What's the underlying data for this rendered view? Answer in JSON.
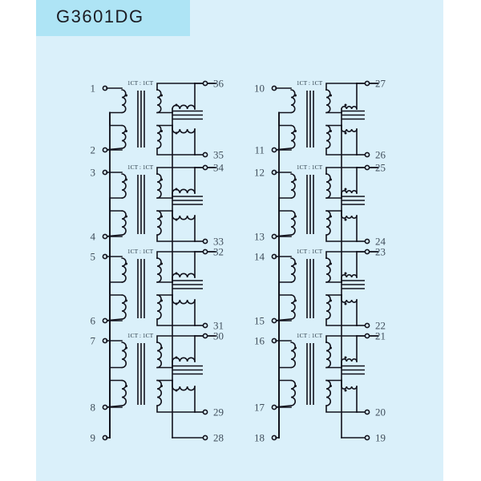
{
  "page": {
    "title": "G3601DG",
    "background": "#ffffff",
    "panel_color": "#daf0fa",
    "title_band_color": "#aee4f5",
    "line_color": "#12121c",
    "label_color": "#3f4d5a"
  },
  "schematic": {
    "type": "transformer-array-schematic",
    "description": "Eight isolation transformer modules arranged in two columns of four; each module labeled 1CT : 1CT with center-tapped primary and center-tapped secondary.",
    "ratio_label": "1CT : 1CT",
    "module_count": 8,
    "groups": [
      {
        "name": "left-group",
        "left_pins": [
          "1",
          "2",
          "3",
          "4",
          "5",
          "6",
          "7",
          "8",
          "9"
        ],
        "right_pins": [
          "36",
          "35",
          "34",
          "33",
          "32",
          "31",
          "30",
          "29",
          "28"
        ],
        "modules": [
          {
            "index": 1,
            "ratio": "1CT : 1CT",
            "primary_top": "1",
            "primary_bottom": "2",
            "secondary_top": "36",
            "secondary_bottom": "35"
          },
          {
            "index": 2,
            "ratio": "1CT : 1CT",
            "primary_top": "3",
            "primary_bottom": "4",
            "secondary_top": "34",
            "secondary_bottom": "33"
          },
          {
            "index": 3,
            "ratio": "1CT : 1CT",
            "primary_top": "5",
            "primary_bottom": "6",
            "secondary_top": "32",
            "secondary_bottom": "31"
          },
          {
            "index": 4,
            "ratio": "1CT : 1CT",
            "primary_top": "7",
            "primary_bottom": "8",
            "secondary_top": "30",
            "secondary_bottom": "29"
          }
        ],
        "primary_center_tap_pin": "9",
        "secondary_center_tap_pin": "28"
      },
      {
        "name": "right-group",
        "left_pins": [
          "10",
          "11",
          "12",
          "13",
          "14",
          "15",
          "16",
          "17",
          "18"
        ],
        "right_pins": [
          "27",
          "26",
          "25",
          "24",
          "23",
          "22",
          "21",
          "20",
          "19"
        ],
        "modules": [
          {
            "index": 5,
            "ratio": "1CT : 1CT",
            "primary_top": "10",
            "primary_bottom": "11",
            "secondary_top": "27",
            "secondary_bottom": "26"
          },
          {
            "index": 6,
            "ratio": "1CT : 1CT",
            "primary_top": "12",
            "primary_bottom": "13",
            "secondary_top": "25",
            "secondary_bottom": "24"
          },
          {
            "index": 7,
            "ratio": "1CT : 1CT",
            "primary_top": "14",
            "primary_bottom": "15",
            "secondary_top": "23",
            "secondary_bottom": "22"
          },
          {
            "index": 8,
            "ratio": "1CT : 1CT",
            "primary_top": "16",
            "primary_bottom": "17",
            "secondary_top": "21",
            "secondary_bottom": "20"
          }
        ],
        "primary_center_tap_pin": "18",
        "secondary_center_tap_pin": "19"
      }
    ]
  }
}
